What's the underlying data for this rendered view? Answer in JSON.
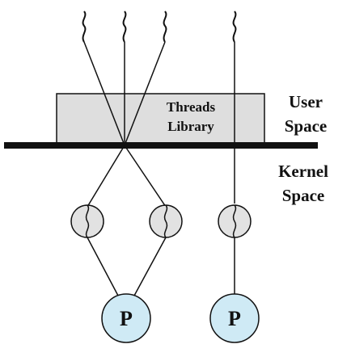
{
  "diagram": {
    "library_box": {
      "line1": "Threads",
      "line2": "Library"
    },
    "user_space": {
      "line1": "User",
      "line2": "Space"
    },
    "kernel_space": {
      "line1": "Kernel",
      "line2": "Space"
    },
    "processors": [
      {
        "label": "P"
      },
      {
        "label": "P"
      }
    ]
  },
  "colors": {
    "library_fill": "#dedede",
    "kernel_thread_fill": "#e2e2e2",
    "processor_fill": "#cfeaf5",
    "stroke": "#111111"
  }
}
